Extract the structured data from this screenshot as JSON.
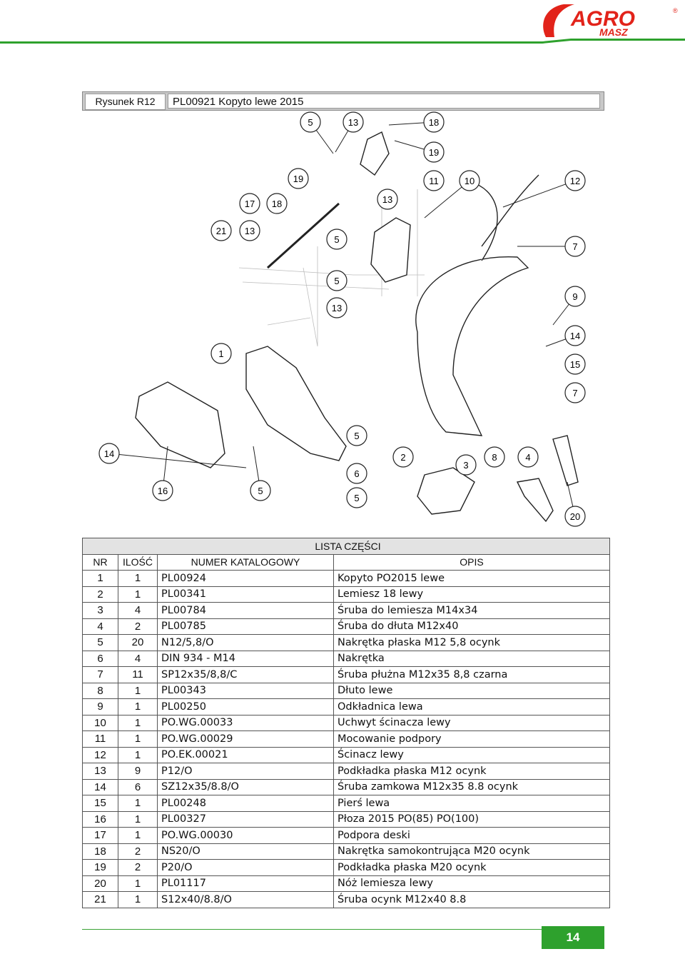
{
  "brand": {
    "name_top": "AGRO",
    "name_bottom": "MASZ",
    "registered": "®",
    "accent_color": "#e2231a",
    "green_color": "#2ea12d"
  },
  "figure": {
    "label": "Rysunek R12",
    "title": "PL00921 Kopyto lewe 2015"
  },
  "callouts": [
    "5",
    "13",
    "18",
    "19",
    "17",
    "18",
    "19",
    "11",
    "10",
    "12",
    "13",
    "21",
    "13",
    "5",
    "7",
    "5",
    "13",
    "9",
    "14",
    "1",
    "15",
    "7",
    "5",
    "14",
    "2",
    "3",
    "8",
    "4",
    "6",
    "16",
    "5",
    "5",
    "20"
  ],
  "parts_list": {
    "caption": "LISTA CZĘŚCI",
    "headers": {
      "nr": "NR",
      "qty": "ILOŚĆ",
      "catalog": "NUMER KATALOGOWY",
      "desc": "OPIS"
    },
    "rows": [
      {
        "nr": "1",
        "qty": "1",
        "catalog": "PL00924",
        "desc": "Kopyto PO2015 lewe"
      },
      {
        "nr": "2",
        "qty": "1",
        "catalog": "PL00341",
        "desc": "Lemiesz 18 lewy"
      },
      {
        "nr": "3",
        "qty": "4",
        "catalog": "PL00784",
        "desc": "Śruba do lemiesza M14x34"
      },
      {
        "nr": "4",
        "qty": "2",
        "catalog": "PL00785",
        "desc": "Śruba do dłuta M12x40"
      },
      {
        "nr": "5",
        "qty": "20",
        "catalog": "N12/5,8/O",
        "desc": "Nakrętka płaska M12 5,8 ocynk"
      },
      {
        "nr": "6",
        "qty": "4",
        "catalog": "DIN 934 - M14",
        "desc": "Nakrętka"
      },
      {
        "nr": "7",
        "qty": "11",
        "catalog": "SP12x35/8,8/C",
        "desc": "Śruba płużna M12x35 8,8 czarna"
      },
      {
        "nr": "8",
        "qty": "1",
        "catalog": "PL00343",
        "desc": "Dłuto lewe"
      },
      {
        "nr": "9",
        "qty": "1",
        "catalog": "PL00250",
        "desc": "Odkładnica lewa"
      },
      {
        "nr": "10",
        "qty": "1",
        "catalog": "PO.WG.00033",
        "desc": "Uchwyt ścinacza lewy"
      },
      {
        "nr": "11",
        "qty": "1",
        "catalog": "PO.WG.00029",
        "desc": "Mocowanie podpory"
      },
      {
        "nr": "12",
        "qty": "1",
        "catalog": "PO.EK.00021",
        "desc": "Ścinacz lewy"
      },
      {
        "nr": "13",
        "qty": "9",
        "catalog": "P12/O",
        "desc": "Podkładka płaska M12 ocynk"
      },
      {
        "nr": "14",
        "qty": "6",
        "catalog": "SZ12x35/8.8/O",
        "desc": "Śruba zamkowa M12x35 8.8 ocynk"
      },
      {
        "nr": "15",
        "qty": "1",
        "catalog": "PL00248",
        "desc": "Pierś lewa"
      },
      {
        "nr": "16",
        "qty": "1",
        "catalog": "PL00327",
        "desc": "Płoza 2015 PO(85) PO(100)"
      },
      {
        "nr": "17",
        "qty": "1",
        "catalog": "PO.WG.00030",
        "desc": "Podpora deski"
      },
      {
        "nr": "18",
        "qty": "2",
        "catalog": "NS20/O",
        "desc": "Nakrętka samokontrująca M20 ocynk"
      },
      {
        "nr": "19",
        "qty": "2",
        "catalog": "P20/O",
        "desc": "Podkładka płaska M20 ocynk"
      },
      {
        "nr": "20",
        "qty": "1",
        "catalog": "PL01117",
        "desc": "Nóż lemiesza lewy"
      },
      {
        "nr": "21",
        "qty": "1",
        "catalog": "S12x40/8.8/O",
        "desc": "Śruba ocynk M12x40 8.8"
      }
    ]
  },
  "page": {
    "number": "14"
  }
}
